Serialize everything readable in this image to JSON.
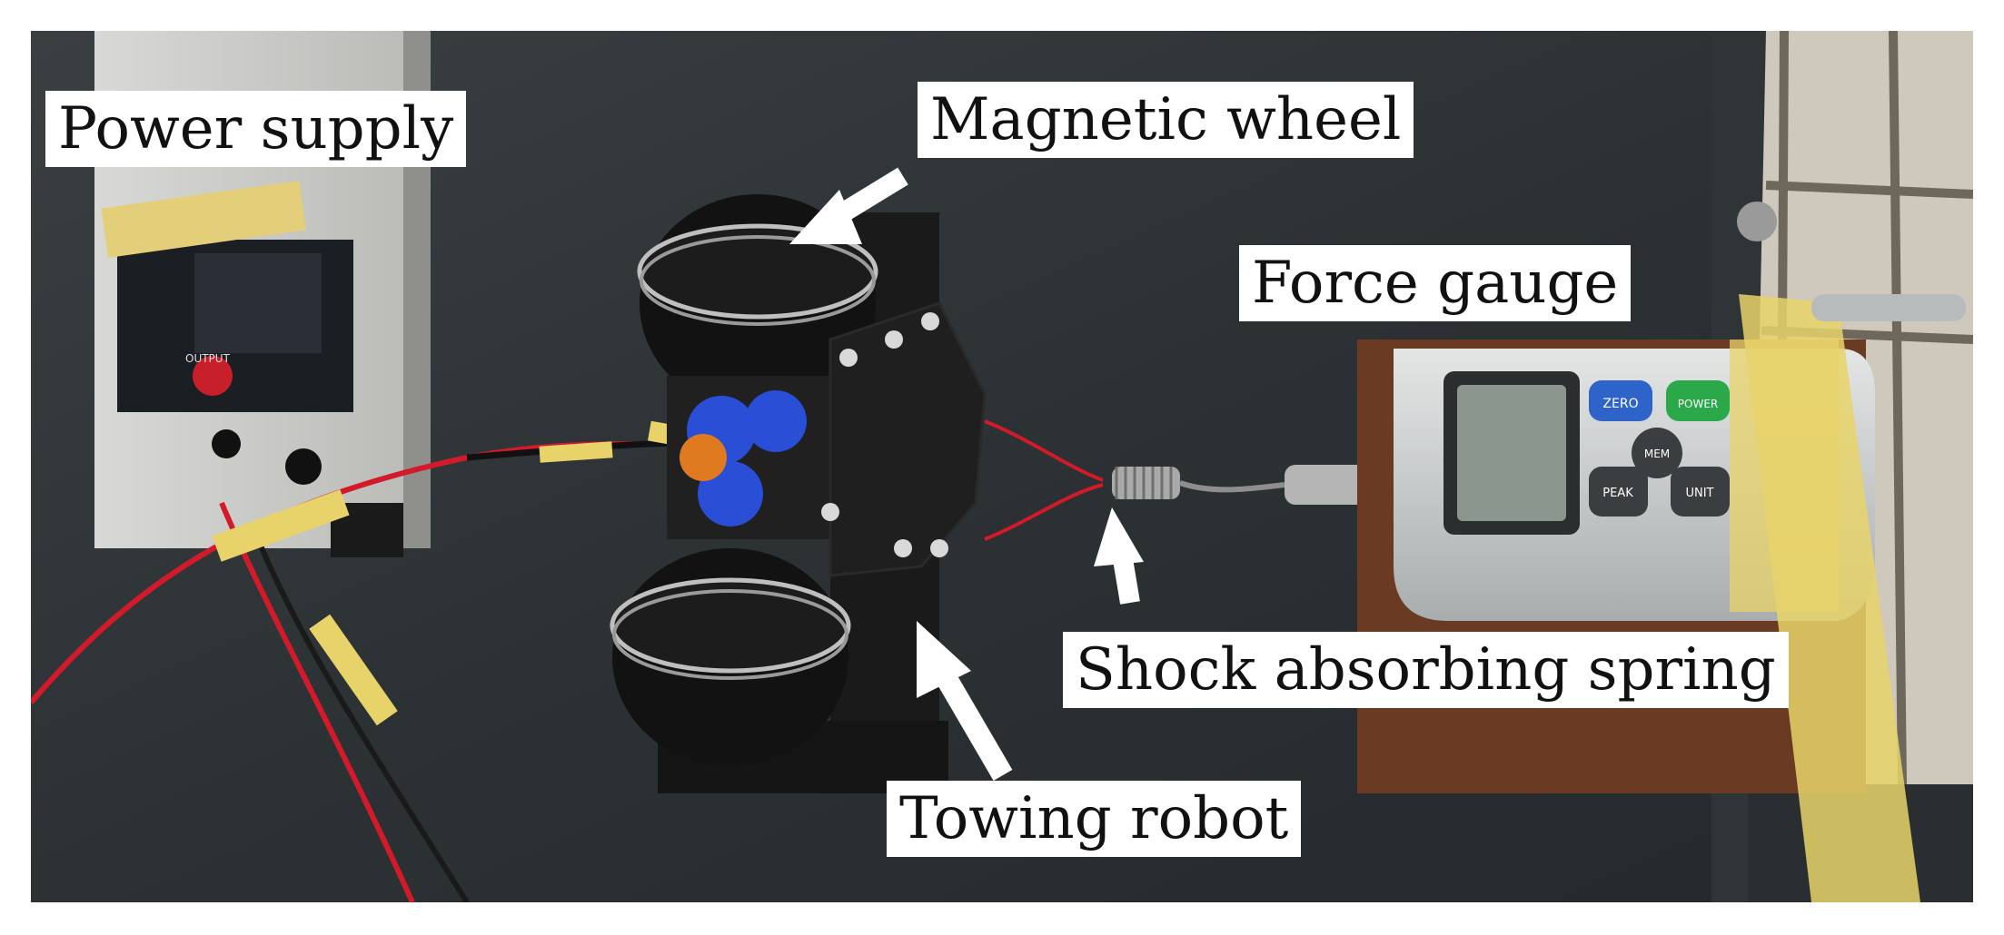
{
  "labels": {
    "power_supply": "Power supply",
    "magnetic_wheel": "Magnetic wheel",
    "force_gauge": "Force gauge",
    "shock_absorbing_spring": "Shock absorbing spring",
    "towing_robot": "Towing robot"
  },
  "colors": {
    "table_surface": "#2f3437",
    "robot_body": "#1a1a1a",
    "gear_blue": "#2a4fd6",
    "gear_orange": "#e07a20",
    "wire_red": "#d21a2a",
    "tape_yellow": "#e8d36a",
    "gauge_silver": "#c9cccd",
    "gauge_zero_button": "#2e63c9",
    "gauge_power_button": "#2aa84a",
    "label_background": "#ffffff"
  },
  "force_gauge_buttons": [
    "ZERO",
    "POWER",
    "MEM",
    "PEAK",
    "UNIT"
  ],
  "power_supply_button": "OUTPUT"
}
